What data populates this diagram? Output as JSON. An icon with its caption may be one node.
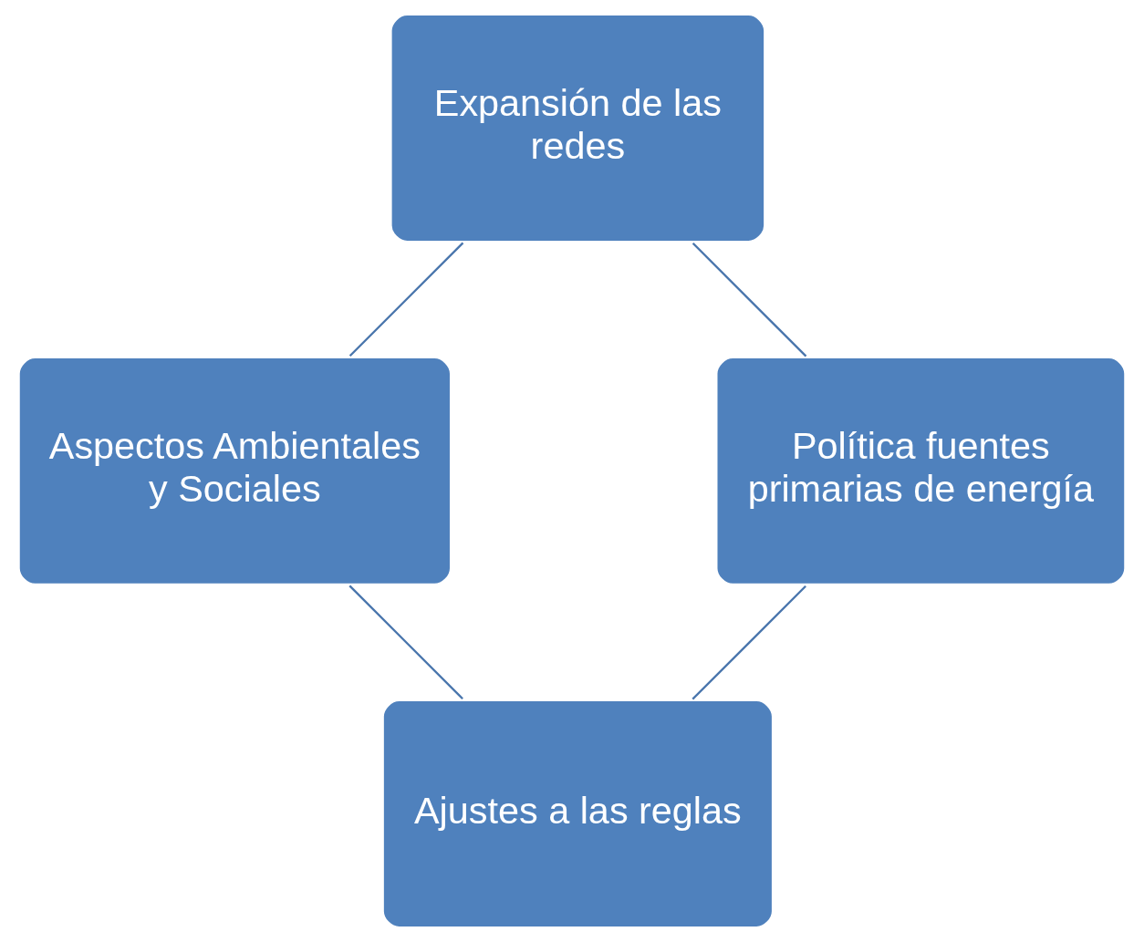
{
  "diagram": {
    "nodes": [
      {
        "text": [
          "Ajustes a las reglas"
        ]
      },
      {
        "text": [
          "Política fuentes primarias de energía"
        ]
      },
      {
        "text": [
          "Aspectos Ambientales y Sociales"
        ]
      },
      {
        "text": [
          "Expansión de las redes"
        ]
      }
    ],
    "edges": [
      {
        "from": 0,
        "to": 2,
        "arrow": "none"
      },
      {
        "from": 2,
        "to": 3,
        "arrow": "none"
      },
      {
        "from": 3,
        "to": 1,
        "arrow": "none"
      },
      {
        "from": 1,
        "to": 0,
        "arrow": "none"
      }
    ]
  }
}
